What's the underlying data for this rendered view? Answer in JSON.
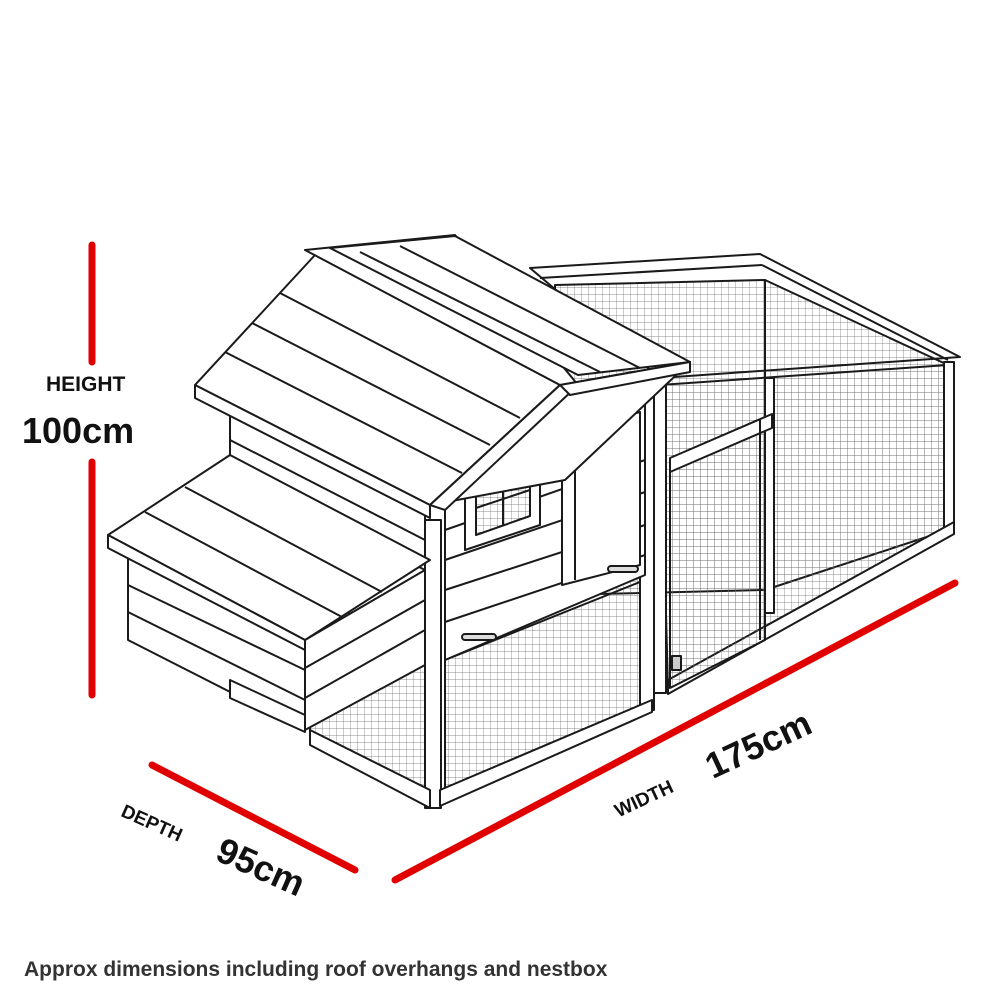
{
  "colors": {
    "dimension_line": "#e00000",
    "outline": "#1a1a1a",
    "mesh": "#555555",
    "text": "#111111"
  },
  "dimensions": {
    "height": {
      "title": "HEIGHT",
      "value": "100cm"
    },
    "depth": {
      "title": "DEPTH",
      "value": "95cm"
    },
    "width": {
      "title": "WIDTH",
      "value": "175cm"
    }
  },
  "caption": "Approx dimensions including roof overhangs and nestbox",
  "illustration": {
    "subject": "chicken coop with attached wire mesh run",
    "icon": "coop-line-drawing"
  }
}
